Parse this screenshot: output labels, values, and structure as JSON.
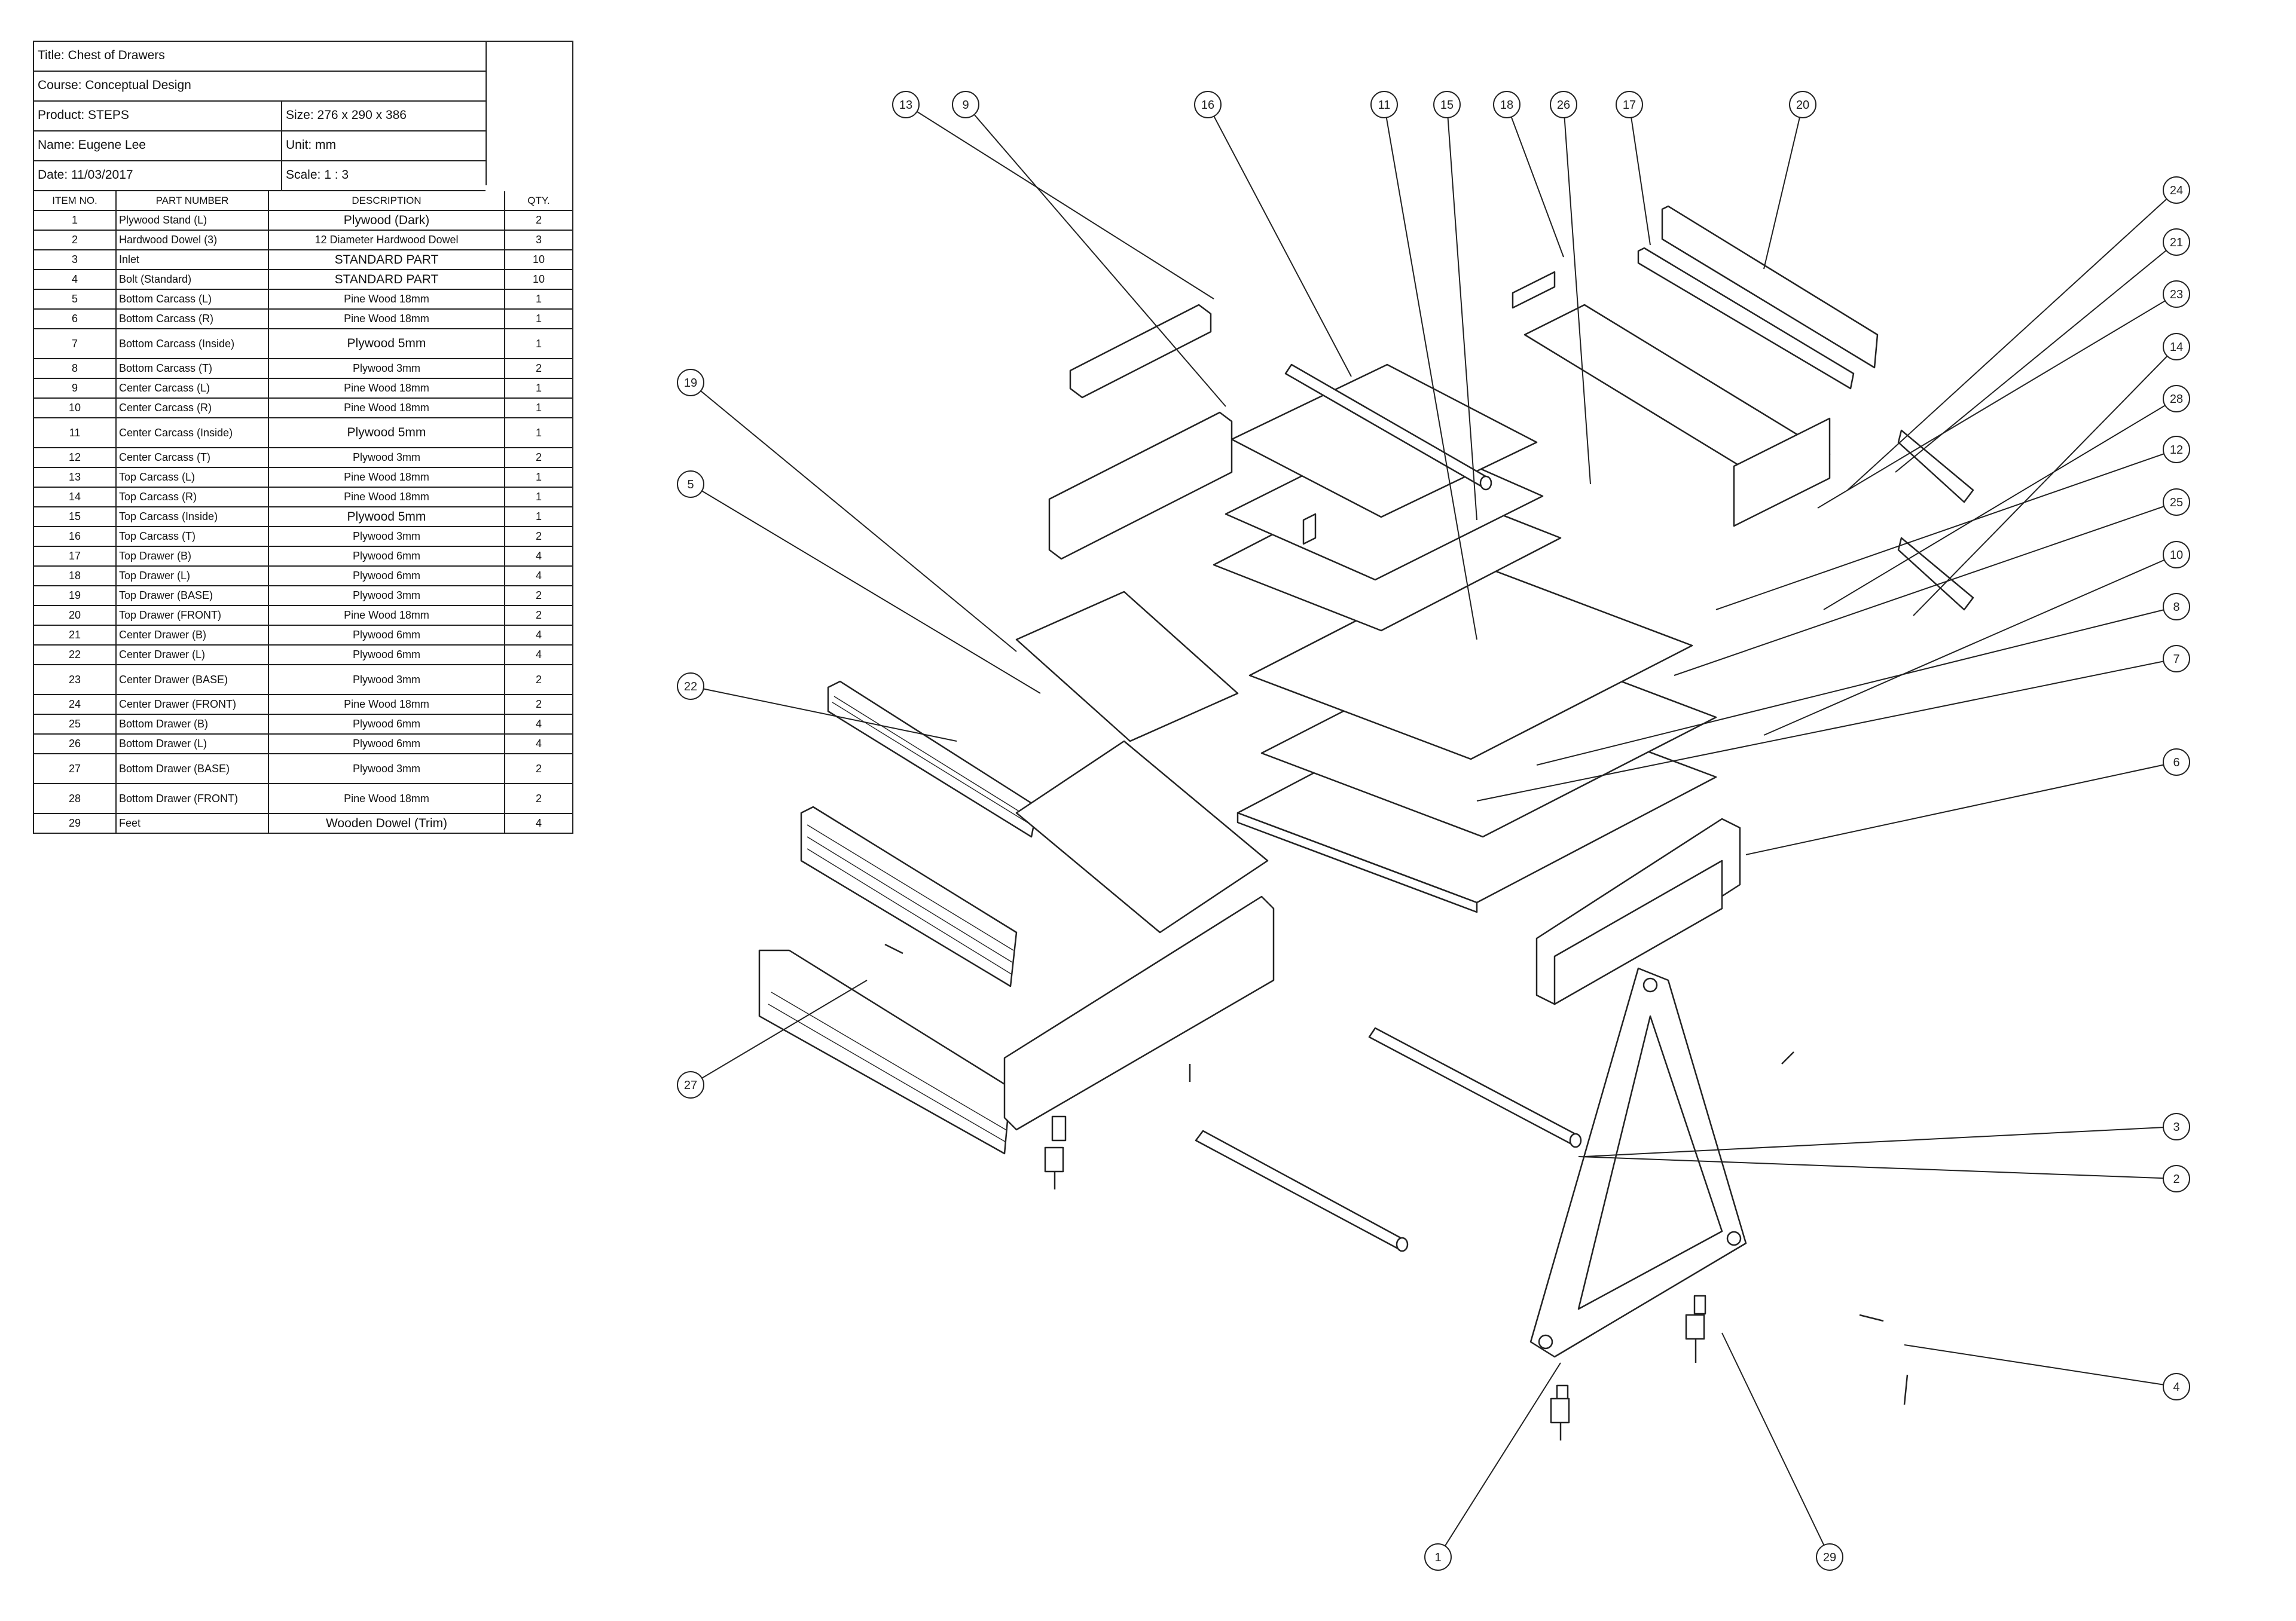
{
  "title_block": {
    "title": "Title: Chest of Drawers",
    "course": "Course: Conceptual Design",
    "product": "Product: STEPS",
    "size": "Size: 276 x 290 x 386",
    "name": "Name: Eugene Lee",
    "unit": "Unit: mm",
    "date": "Date: 11/03/2017",
    "scale": "Scale: 1 : 3"
  },
  "bom": {
    "headers": {
      "item": "ITEM NO.",
      "part": "PART NUMBER",
      "desc": "DESCRIPTION",
      "qty": "QTY."
    },
    "rows": [
      {
        "item": "1",
        "part": "Plywood Stand (L)",
        "desc": "Plywood (Dark)",
        "qty": "2"
      },
      {
        "item": "2",
        "part": "Hardwood Dowel (3)",
        "desc": "12 Diameter Hardwood Dowel",
        "qty": "3"
      },
      {
        "item": "3",
        "part": "Inlet",
        "desc": "STANDARD PART",
        "qty": "10"
      },
      {
        "item": "4",
        "part": "Bolt (Standard)",
        "desc": "STANDARD PART",
        "qty": "10"
      },
      {
        "item": "5",
        "part": "Bottom Carcass (L)",
        "desc": "Pine Wood 18mm",
        "qty": "1"
      },
      {
        "item": "6",
        "part": "Bottom Carcass (R)",
        "desc": "Pine Wood 18mm",
        "qty": "1"
      },
      {
        "item": "7",
        "part": "Bottom Carcass (Inside)",
        "desc": "Plywood 5mm",
        "qty": "1"
      },
      {
        "item": "8",
        "part": "Bottom Carcass (T)",
        "desc": "Plywood 3mm",
        "qty": "2"
      },
      {
        "item": "9",
        "part": "Center Carcass (L)",
        "desc": "Pine Wood 18mm",
        "qty": "1"
      },
      {
        "item": "10",
        "part": "Center Carcass (R)",
        "desc": "Pine Wood 18mm",
        "qty": "1"
      },
      {
        "item": "11",
        "part": "Center Carcass (Inside)",
        "desc": "Plywood 5mm",
        "qty": "1"
      },
      {
        "item": "12",
        "part": "Center Carcass (T)",
        "desc": "Plywood 3mm",
        "qty": "2"
      },
      {
        "item": "13",
        "part": "Top Carcass (L)",
        "desc": "Pine Wood 18mm",
        "qty": "1"
      },
      {
        "item": "14",
        "part": "Top Carcass (R)",
        "desc": "Pine Wood 18mm",
        "qty": "1"
      },
      {
        "item": "15",
        "part": "Top Carcass (Inside)",
        "desc": "Plywood 5mm",
        "qty": "1"
      },
      {
        "item": "16",
        "part": "Top Carcass (T)",
        "desc": "Plywood 3mm",
        "qty": "2"
      },
      {
        "item": "17",
        "part": "Top Drawer (B)",
        "desc": "Plywood 6mm",
        "qty": "4"
      },
      {
        "item": "18",
        "part": "Top Drawer (L)",
        "desc": "Plywood 6mm",
        "qty": "4"
      },
      {
        "item": "19",
        "part": "Top Drawer (BASE)",
        "desc": "Plywood 3mm",
        "qty": "2"
      },
      {
        "item": "20",
        "part": "Top Drawer (FRONT)",
        "desc": "Pine Wood 18mm",
        "qty": "2"
      },
      {
        "item": "21",
        "part": "Center Drawer (B)",
        "desc": "Plywood 6mm",
        "qty": "4"
      },
      {
        "item": "22",
        "part": "Center Drawer (L)",
        "desc": "Plywood 6mm",
        "qty": "4"
      },
      {
        "item": "23",
        "part": "Center Drawer (BASE)",
        "desc": "Plywood 3mm",
        "qty": "2"
      },
      {
        "item": "24",
        "part": "Center Drawer (FRONT)",
        "desc": "Pine Wood 18mm",
        "qty": "2"
      },
      {
        "item": "25",
        "part": "Bottom Drawer (B)",
        "desc": "Plywood 6mm",
        "qty": "4"
      },
      {
        "item": "26",
        "part": "Bottom Drawer (L)",
        "desc": "Plywood 6mm",
        "qty": "4"
      },
      {
        "item": "27",
        "part": "Bottom Drawer (BASE)",
        "desc": "Plywood 3mm",
        "qty": "2"
      },
      {
        "item": "28",
        "part": "Bottom Drawer (FRONT)",
        "desc": "Pine Wood 18mm",
        "qty": "2"
      },
      {
        "item": "29",
        "part": "Feet",
        "desc": "Wooden Dowel (Trim)",
        "qty": "4"
      }
    ]
  },
  "balloons": [
    "13",
    "9",
    "16",
    "11",
    "15",
    "18",
    "26",
    "17",
    "20",
    "24",
    "21",
    "23",
    "14",
    "28",
    "12",
    "25",
    "10",
    "8",
    "7",
    "6",
    "19",
    "5",
    "22",
    "27",
    "3",
    "2",
    "4",
    "1",
    "29"
  ],
  "colors": {
    "line": "#222222",
    "paper": "#ffffff"
  }
}
